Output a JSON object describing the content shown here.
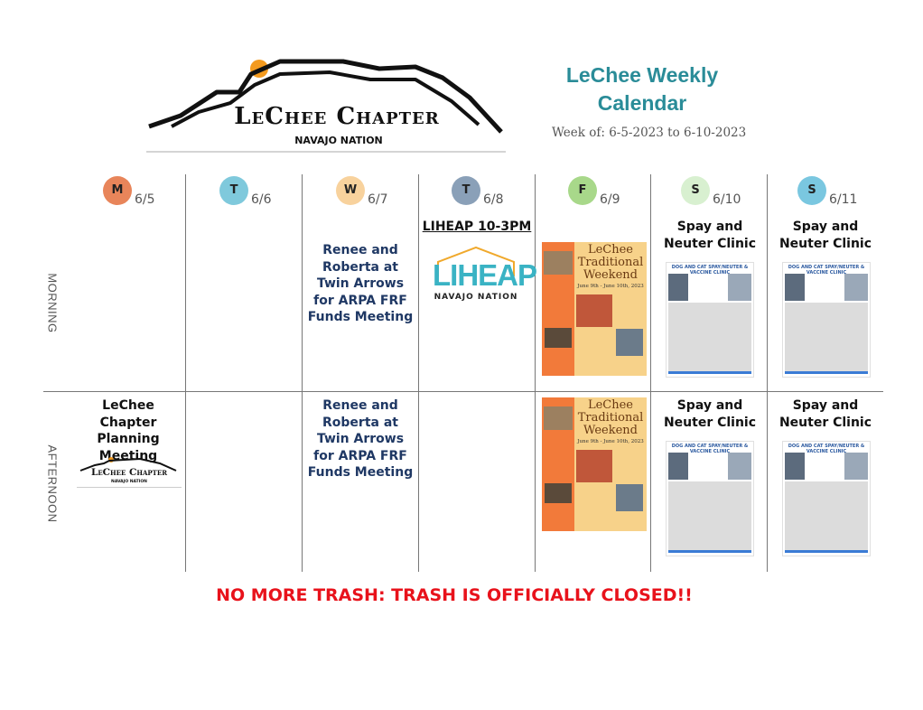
{
  "header": {
    "logo_text": "LeChee Chapter",
    "logo_subtext": "NAVAJO NATION",
    "title": "LeChee Weekly Calendar",
    "week_label": "Week of: 6-5-2023 to 6-10-2023"
  },
  "days": [
    {
      "letter": "M",
      "date": "6/5",
      "color": "#e8855a"
    },
    {
      "letter": "T",
      "date": "6/6",
      "color": "#7fc9dc"
    },
    {
      "letter": "W",
      "date": "6/7",
      "color": "#f8d29d"
    },
    {
      "letter": "T",
      "date": "6/8",
      "color": "#8aa0b8"
    },
    {
      "letter": "F",
      "date": "6/9",
      "color": "#a8d88a"
    },
    {
      "letter": "S",
      "date": "6/10",
      "color": "#d8f0d0"
    },
    {
      "letter": "S",
      "date": "6/11",
      "color": "#7ac7e0"
    }
  ],
  "rows": {
    "morning": "MORNING",
    "afternoon": "AFTERNOON"
  },
  "morning": {
    "wed": "Renee and Roberta at Twin Arrows for ARPA FRF Funds Meeting",
    "thu_title": "LIHEAP 10-3PM",
    "thu_logo": "LIHEAP",
    "thu_logo_sub": "NAVAJO NATION",
    "sat": "Spay and Neuter Clinic",
    "sun": "Spay and Neuter Clinic"
  },
  "afternoon": {
    "mon": "LeChee Chapter Planning Meeting",
    "mon_logo": "LeChee Chapter",
    "mon_logo_sub": "NAVAJO NATION",
    "wed": "Renee and Roberta at Twin Arrows for ARPA FRF Funds Meeting",
    "sat": "Spay and Neuter Clinic",
    "sun": "Spay and Neuter Clinic"
  },
  "flyer": {
    "title": "LeChee Traditional Weekend",
    "dates": "June 9th - June 10th, 2023"
  },
  "spay_flyer": {
    "title": "DOG AND CAT SPAY/NEUTER & VACCINE CLINIC"
  },
  "notice": "NO MORE TRASH: TRASH IS OFFICIALLY CLOSED!!"
}
